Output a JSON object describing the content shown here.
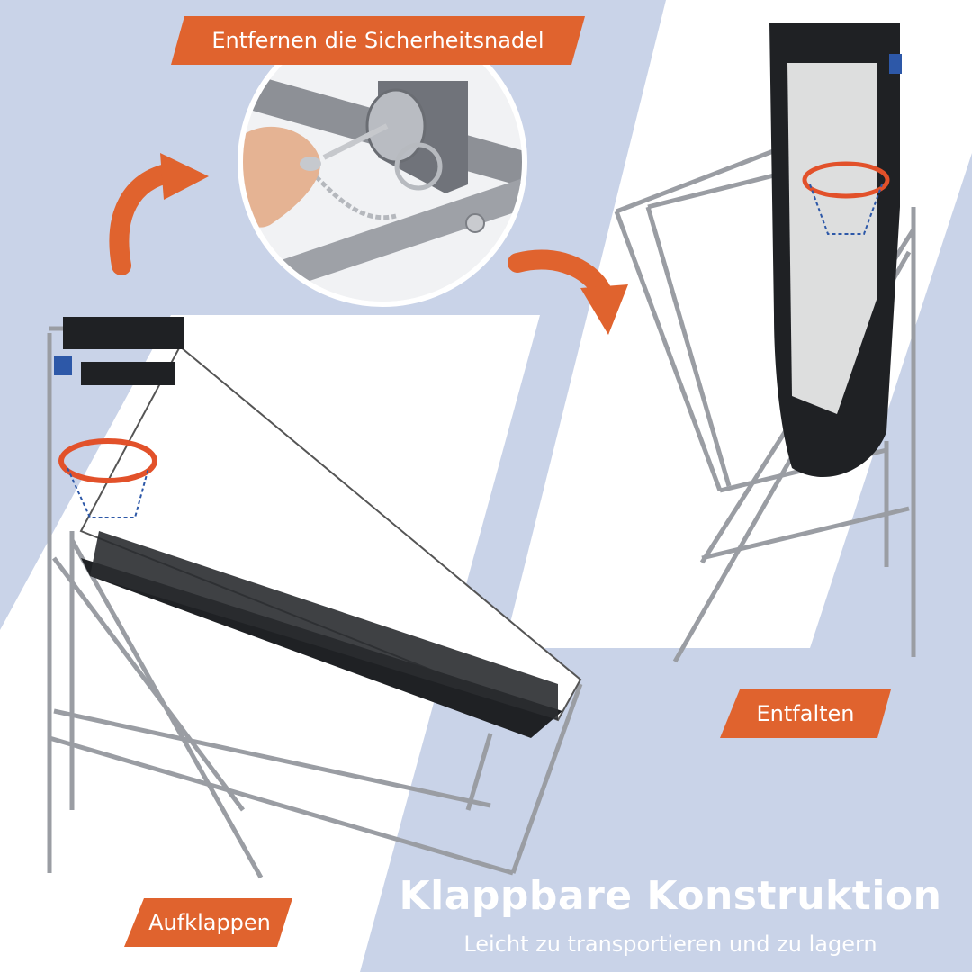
{
  "steps": {
    "remove_pin": "Entfernen die Sicherheitsnadel",
    "unfold": "Entfalten",
    "fold_open": "Aufklappen"
  },
  "headline": "Klappbare Konstruktion",
  "subline": "Leicht zu transportieren und zu lagern",
  "colors": {
    "background": "#c9d3e8",
    "panel": "#ffffff",
    "accent": "#e0632e",
    "frame": "#9a9da3",
    "net_backing": "#1f2124",
    "rim": "#e2512a"
  },
  "icons": [
    "curved-arrow-icon",
    "safety-pin-closeup",
    "basketball-hoop-unfolded",
    "basketball-hoop-folded"
  ]
}
